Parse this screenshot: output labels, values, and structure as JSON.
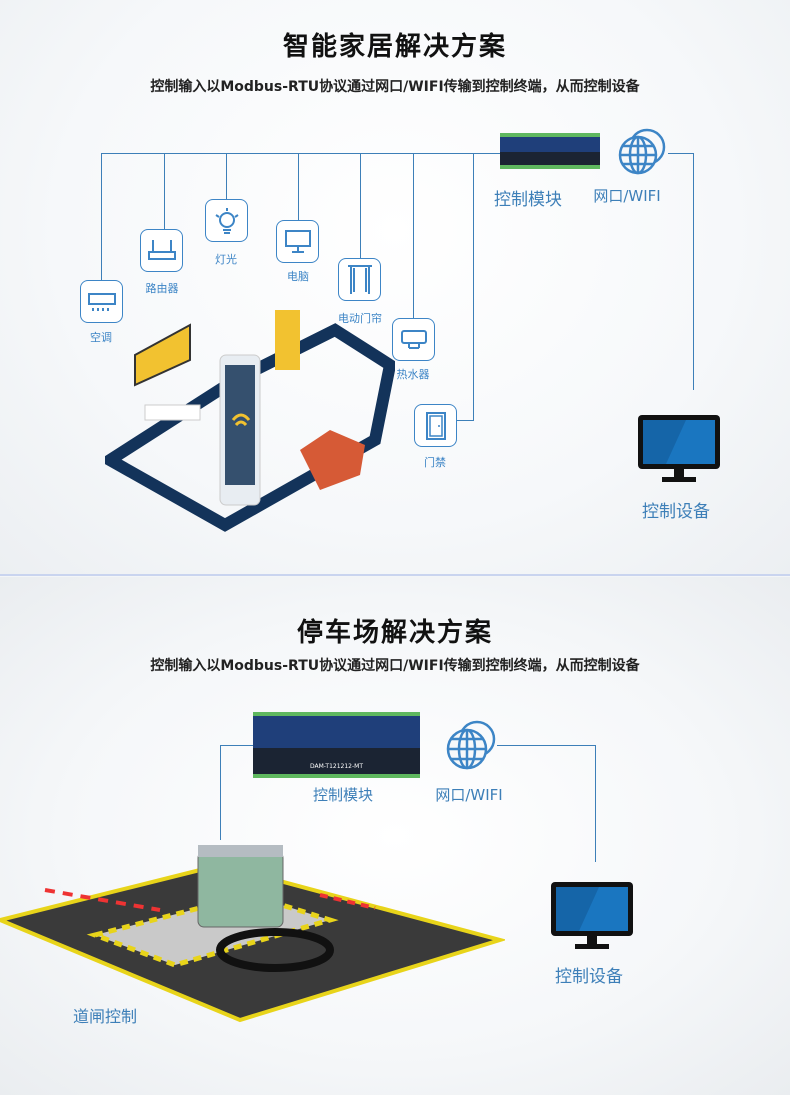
{
  "smart_home": {
    "title": "智能家居解决方案",
    "subtitle": "控制输入以Modbus-RTU协议通过网口/WIFI传输到控制终端，从而控制设备",
    "devices": [
      {
        "label": "空调",
        "icon": "air-conditioner-icon"
      },
      {
        "label": "路由器",
        "icon": "router-icon"
      },
      {
        "label": "灯光",
        "icon": "light-bulb-icon"
      },
      {
        "label": "电脑",
        "icon": "computer-monitor-icon"
      },
      {
        "label": "电动门帘",
        "icon": "curtain-icon"
      },
      {
        "label": "热水器",
        "icon": "water-heater-icon"
      },
      {
        "label": "门禁",
        "icon": "door-icon"
      }
    ],
    "module_label": "控制模块",
    "network_label": "网口/WIFI",
    "control_label": "控制设备"
  },
  "parking": {
    "title": "停车场解决方案",
    "subtitle": "控制输入以Modbus-RTU协议通过网口/WIFI传输到控制终端，从而控制设备",
    "module_label": "控制模块",
    "device_model": "DAM-T121212-MT",
    "network_label": "网口/WIFI",
    "control_label": "控制设备",
    "gate_label": "道闸控制"
  },
  "colors": {
    "accent": "#3d85c6",
    "module": "#1f3f7a",
    "screen": "#1565a8"
  }
}
